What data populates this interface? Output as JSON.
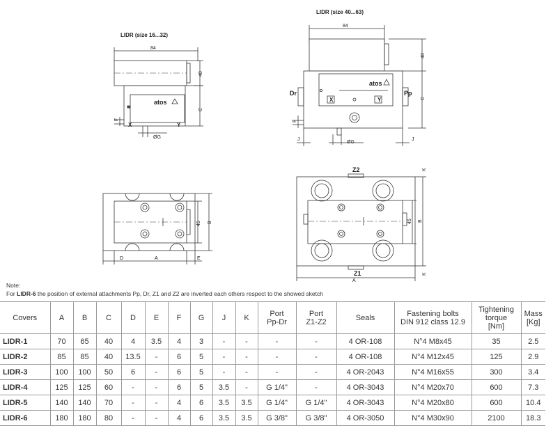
{
  "drawings": {
    "small_title": "LIDR (size 16...32)",
    "large_title": "LIDR (size 40...63)",
    "dims": {
      "d84": "84",
      "d40": "40",
      "C": "C",
      "F": "F",
      "X": "X",
      "Y": "Y",
      "phiG": "ØG",
      "d45": "45",
      "B": "B",
      "A": "A",
      "D": "D",
      "E": "E",
      "Dr": "Dr",
      "Pp": "Pp",
      "J": "J",
      "Z1": "Z1",
      "Z2": "Z2",
      "K": "K"
    },
    "nameplate_brand": "atos"
  },
  "note": {
    "label": "Note:",
    "prefix": "For ",
    "bold": "LIDR-6",
    "suffix": " the position of external attachments Pp, Dr, Z1 and Z2 are inverted each others respect to the showed sketch"
  },
  "table": {
    "headers": [
      [
        "Covers"
      ],
      [
        "A"
      ],
      [
        "B"
      ],
      [
        "C"
      ],
      [
        "D"
      ],
      [
        "E"
      ],
      [
        "F"
      ],
      [
        "G"
      ],
      [
        "J"
      ],
      [
        "K"
      ],
      [
        "Port",
        "Pp-Dr"
      ],
      [
        "Port",
        "Z1-Z2"
      ],
      [
        "Seals"
      ],
      [
        "Fastening bolts",
        "DIN 912 class 12.9"
      ],
      [
        "Tightening",
        "torque",
        "[Nm]"
      ],
      [
        "Mass",
        "[Kg]"
      ]
    ],
    "rows": [
      [
        "LIDR-1",
        "70",
        "65",
        "40",
        "4",
        "3.5",
        "4",
        "3",
        "-",
        "-",
        "-",
        "-",
        "4 OR-108",
        "N°4 M8x45",
        "35",
        "2.5"
      ],
      [
        "LIDR-2",
        "85",
        "85",
        "40",
        "13.5",
        "-",
        "6",
        "5",
        "-",
        "-",
        "-",
        "-",
        "4 OR-108",
        "N°4 M12x45",
        "125",
        "2.9"
      ],
      [
        "LIDR-3",
        "100",
        "100",
        "50",
        "6",
        "-",
        "6",
        "5",
        "-",
        "-",
        "-",
        "-",
        "4 OR-2043",
        "N°4 M16x55",
        "300",
        "3.4"
      ],
      [
        "LIDR-4",
        "125",
        "125",
        "60",
        "-",
        "-",
        "6",
        "5",
        "3.5",
        "-",
        "G 1/4\"",
        "-",
        "4 OR-3043",
        "N°4 M20x70",
        "600",
        "7.3"
      ],
      [
        "LIDR-5",
        "140",
        "140",
        "70",
        "-",
        "-",
        "4",
        "6",
        "3.5",
        "3.5",
        "G 1/4\"",
        "G 1/4\"",
        "4 OR-3043",
        "N°4 M20x80",
        "600",
        "10.4"
      ],
      [
        "LIDR-6",
        "180",
        "180",
        "80",
        "-",
        "-",
        "4",
        "6",
        "3.5",
        "3.5",
        "G 3/8\"",
        "G 3/8\"",
        "4 OR-3050",
        "N°4 M30x90",
        "2100",
        "18.3"
      ]
    ]
  }
}
